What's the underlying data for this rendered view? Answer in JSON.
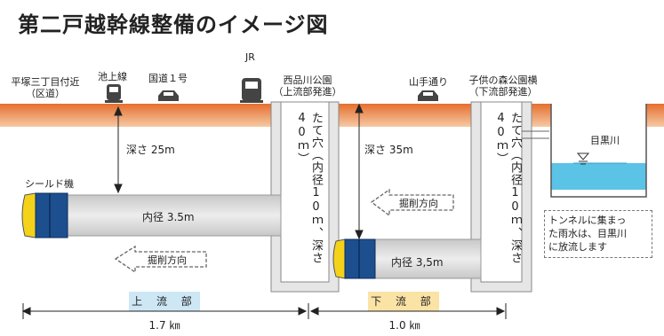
{
  "title": "第二戸越幹線整備のイメージ図",
  "surface_labels": {
    "hiratsuka": [
      "平塚三丁目付近",
      "（区道）"
    ],
    "ikegami": "池上線",
    "kokudo": "国道１号",
    "jr": "JR",
    "nishishinagawa": [
      "西品川公園",
      "（上流部発進）"
    ],
    "yamanote": "山手通り",
    "kodomo": [
      "子供の森公園横",
      "（下流部発進）"
    ]
  },
  "river_label": "目黒川",
  "depth_upper": "深さ 25m",
  "depth_lower": "深さ 35m",
  "shield_label": "シールド機",
  "tunnel_upper_label": "内径 3.5m",
  "tunnel_lower_label": "内径 3,5m",
  "excavation_label": "掘削方向",
  "shaft_label": "たて穴（内径10ｍ、深さ40ｍ）",
  "note_lines": [
    "トンネルに集まっ",
    "た雨水は、目黒川",
    "に放流します"
  ],
  "sections": {
    "upper": {
      "label": "上 流 部",
      "length": "1.7 ㎞",
      "color": "#cde7f5"
    },
    "lower": {
      "label": "下 流 部",
      "length": "1.0 ㎞",
      "color": "#fbe3a6"
    }
  },
  "colors": {
    "ground": "#e98a48",
    "tunnel": "#dcdcdc",
    "water": "#5bc3e6",
    "shield_body": "#1d4f8f",
    "shield_cutter": "#f5d21a"
  }
}
